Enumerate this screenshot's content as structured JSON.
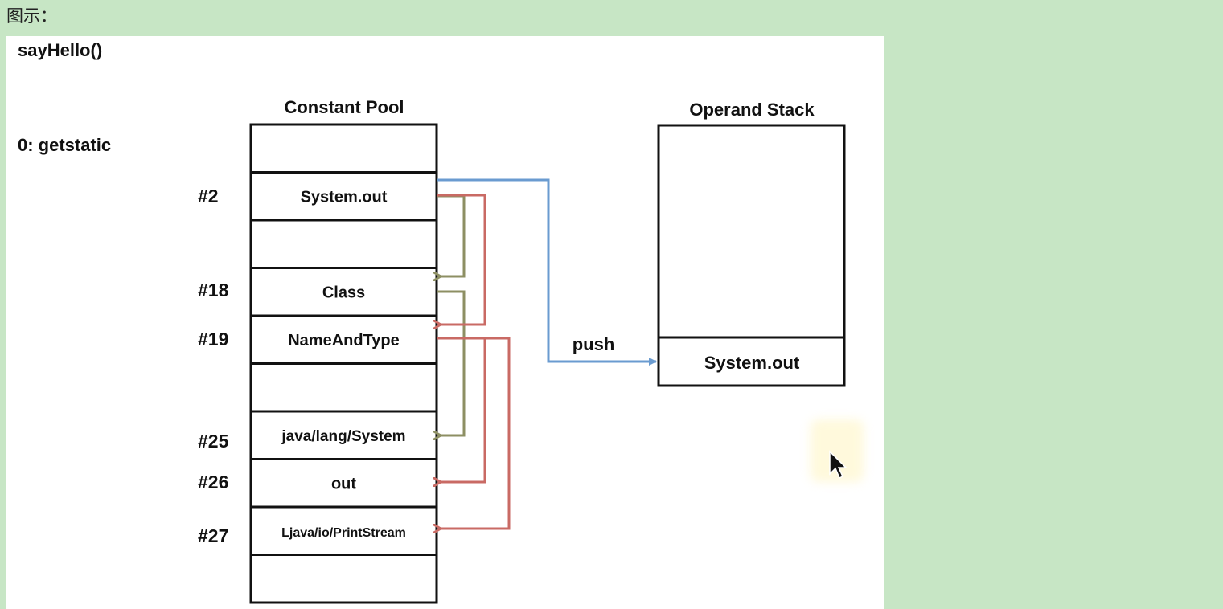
{
  "caption": "图示：",
  "method_title": "sayHello()",
  "instruction": "0: getstatic",
  "constant_pool": {
    "title": "Constant Pool",
    "slots": [
      {
        "index": "",
        "value": ""
      },
      {
        "index": "#2",
        "value": "System.out"
      },
      {
        "index": "",
        "value": ""
      },
      {
        "index": "#18",
        "value": "Class"
      },
      {
        "index": "#19",
        "value": "NameAndType"
      },
      {
        "index": "",
        "value": ""
      },
      {
        "index": "#25",
        "value": "java/lang/System"
      },
      {
        "index": "#26",
        "value": "out"
      },
      {
        "index": "#27",
        "value": "Ljava/io/PrintStream"
      },
      {
        "index": "",
        "value": ""
      }
    ]
  },
  "operand_stack": {
    "title": "Operand Stack",
    "top_value": "System.out"
  },
  "push_label": "push",
  "colors": {
    "background": "#c7e6c5",
    "arrow_push": "#6a9bd0",
    "arrow_class": "#8d8f63",
    "arrow_nameandtype": "#c96a64"
  }
}
